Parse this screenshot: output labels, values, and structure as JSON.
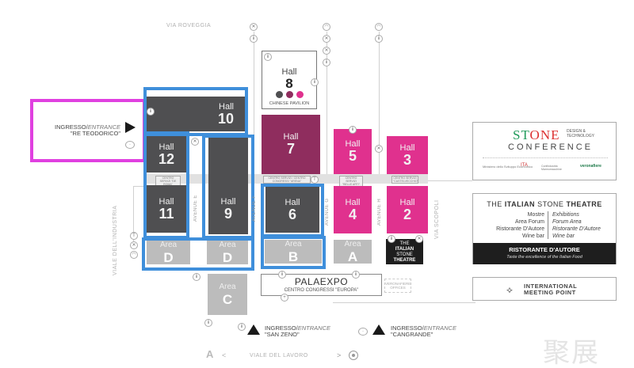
{
  "streets": {
    "top": "VIA ROVEGGIA",
    "left": "VIALE DELL'INDUSTRIA",
    "right": "VIA SCOPOLI",
    "bottom": "VIALE DEL LAVORO",
    "bottom_left_arrow": "<",
    "bottom_right_arrow": ">"
  },
  "halls": [
    {
      "label": "Hall",
      "number": "10",
      "color": "#4f4f51"
    },
    {
      "label": "Hall",
      "number": "12",
      "color": "#4f4f51"
    },
    {
      "label": "Hall",
      "number": "11",
      "color": "#4f4f51"
    },
    {
      "label": "Hall",
      "number": "9",
      "color": "#4f4f51"
    },
    {
      "label": "Hall",
      "number": "8",
      "color": "#ffffff",
      "subtitle": "CHINESE PAVILION",
      "dots": [
        "#4f4f51",
        "#8f2d5e",
        "#e0318e"
      ]
    },
    {
      "label": "Hall",
      "number": "7",
      "color": "#8f2d5e"
    },
    {
      "label": "Hall",
      "number": "6",
      "color": "#4f4f51"
    },
    {
      "label": "Hall",
      "number": "5",
      "color": "#e0318e"
    },
    {
      "label": "Hall",
      "number": "4",
      "color": "#e0318e"
    },
    {
      "label": "Hall",
      "number": "3",
      "color": "#e0318e"
    },
    {
      "label": "Hall",
      "number": "2",
      "color": "#e0318e"
    }
  ],
  "areas": [
    {
      "label": "Area",
      "letter": "D"
    },
    {
      "label": "Area",
      "letter": "D"
    },
    {
      "label": "Area",
      "letter": "B"
    },
    {
      "label": "Area",
      "letter": "A"
    },
    {
      "label": "Area",
      "letter": "C"
    }
  ],
  "avenues": [
    "AVENUE E",
    "AVENUE F",
    "AVENUE G",
    "AVENUE H"
  ],
  "corridor_tags": [
    "CENTRO SERVIZI \"DE ROMA\"",
    "CENTRO SERVIZI / CENTRO CONGRESSI \"ARENA\"",
    "CENTRO SERVIZI \"BELLE ARTI\"",
    "CENTRO SERVIZI \"CASTELVECCHIO\""
  ],
  "entrances": {
    "main": {
      "prefix": "INGRESSO/",
      "italic": "ENTRANCE",
      "name": "\"RE TEODORICO\""
    },
    "san_zeno": {
      "prefix": "INGRESSO/",
      "italic": "ENTRANCE",
      "name": "\"SAN ZENO\""
    },
    "cangrande": {
      "prefix": "INGRESSO/",
      "italic": "ENTRANCE",
      "name": "\"CANGRANDE\""
    }
  },
  "theatre_block": {
    "lines": [
      "THE",
      "ITALIAN",
      "STONE",
      "THEATRE"
    ]
  },
  "palaexpo": {
    "title": "PALAEXPO",
    "subtitle": "CENTRO CONGRESSI \"EUROPA\""
  },
  "office": {
    "label": "VERONAFIERE OFFICES"
  },
  "conference_card": {
    "title_red": "STO",
    "title_o": "N",
    "title_green": "E",
    "title_full": "STONE",
    "side": "DESIGN & TECHNOLOGY",
    "sub": "CONFERENCE",
    "logos": [
      "Ministero dello Sviluppo Economico",
      "ITA",
      "Confindustria Marmomacchine",
      "veronafiere"
    ]
  },
  "theatre_card": {
    "title_pre": "THE",
    "title_bold1": "ITALIAN",
    "title_mid": "STONE",
    "title_bold2": "THEATRE",
    "rows_it": [
      "Mostre",
      "Area Forum",
      "Ristorante D'Autore",
      "Wine bar"
    ],
    "rows_en": [
      "Exhibitions",
      "Forum Area",
      "Ristorante D'Autore",
      "Wine bar"
    ],
    "footer_title": "RISTORANTE D'AUTORE",
    "footer_sub": "Taste the excellence of the Italian Food"
  },
  "meeting_card": {
    "line1": "INTERNATIONAL",
    "line2": "MEETING POINT"
  },
  "watermark": "聚展",
  "colors": {
    "highlight_blue": "#3f8fdb",
    "highlight_magenta": "#e040e0",
    "hall_dark": "#4f4f51",
    "hall_pink": "#e0318e",
    "hall_plum": "#8f2d5e",
    "area_grey": "#bcbcbc"
  }
}
